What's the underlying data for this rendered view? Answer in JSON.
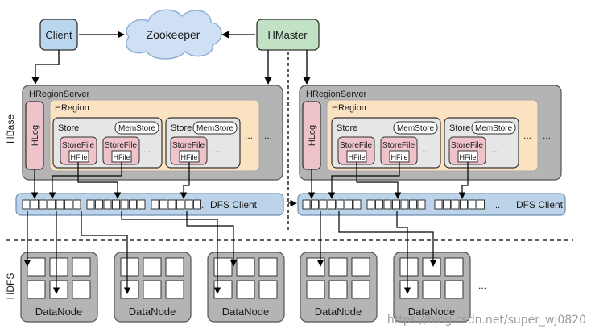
{
  "diagram": {
    "client": "Client",
    "zookeeper": "Zookeeper",
    "hmaster": "HMaster",
    "hbase_label": "HBase",
    "hdfs_label": "HDFS",
    "hregionserver": "HRegionServer",
    "hregion": "HRegion",
    "hlog": "HLog",
    "store": "Store",
    "memstore": "MemStore",
    "storefile": "StoreFile",
    "hfile": "HFile",
    "ellipsis": "...",
    "dfs_client": "DFS Client",
    "datanode": "DataNode",
    "watermark": "https://blog.csdn.net/super_wj0820"
  },
  "colors": {
    "client_fill": "#b9d6ee",
    "hmaster_fill": "#c2e2c6",
    "cloud_fill": "#cfe0f5",
    "server_fill": "#b4b4b4",
    "region_fill": "#fbe2c1",
    "hlog_fill": "#eec3ca",
    "store_fill": "#e6e6e6",
    "dfs_bar_fill": "#bdd3ea",
    "datanode_fill": "#b4b4b4",
    "block_fill": "#ffffff"
  }
}
